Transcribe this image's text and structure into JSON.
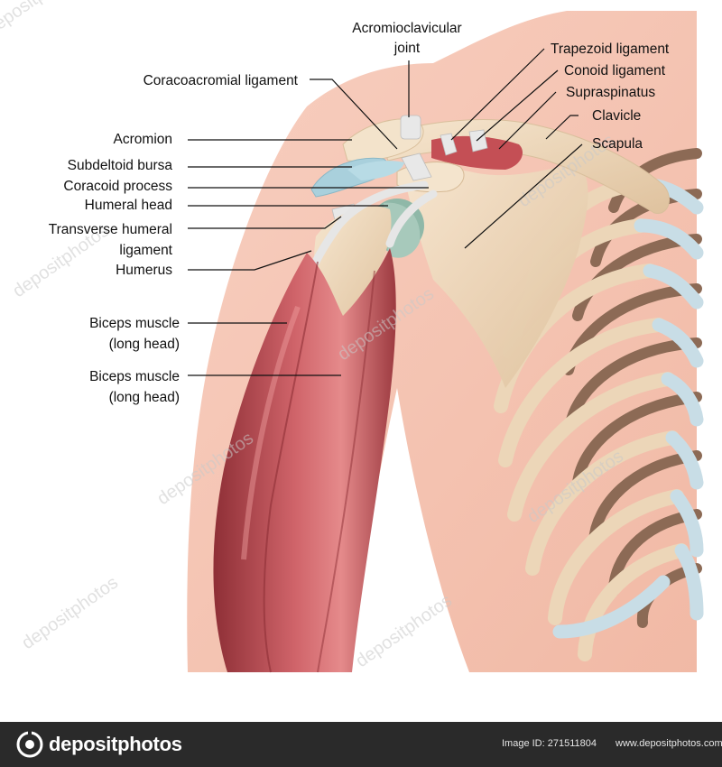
{
  "labels": {
    "acromioclavicular_1": "Acromioclavicular",
    "acromioclavicular_2": "joint",
    "coracoacromial": "Coracoacromial ligament",
    "trapezoid": "Trapezoid ligament",
    "conoid": "Conoid ligament",
    "supraspinatus": "Supraspinatus",
    "clavicle": "Clavicle",
    "scapula": "Scapula",
    "acromion": "Acromion",
    "subdeltoid": "Subdeltoid bursa",
    "coracoid": "Coracoid process",
    "humeral_head": "Humeral head",
    "transverse_1": "Transverse humeral",
    "transverse_2": "ligament",
    "humerus": "Humerus",
    "biceps_a_1": "Biceps muscle",
    "biceps_a_2": "(long head)",
    "biceps_b_1": "Biceps muscle",
    "biceps_b_2": "(long head)"
  },
  "watermark": "depositphotos",
  "footer": {
    "brand": "depositphotos",
    "image_id": "Image ID: 271511804",
    "url": "www.depositphotos.com"
  },
  "colors": {
    "skin": "#f6c7b6",
    "bone": "#f0dcc0",
    "bone_shadow": "#dcc09a",
    "rib_back": "#8c6a55",
    "cartilage": "#c8dde6",
    "muscle": "#c44f55",
    "muscle_dark": "#8e2f36",
    "muscle_light": "#e07a7c",
    "ligament": "#e8e8e8",
    "bursa": "#a9d0dc",
    "cartilage_head": "#8fb8a8",
    "footer_bg": "#2a2a2a"
  }
}
